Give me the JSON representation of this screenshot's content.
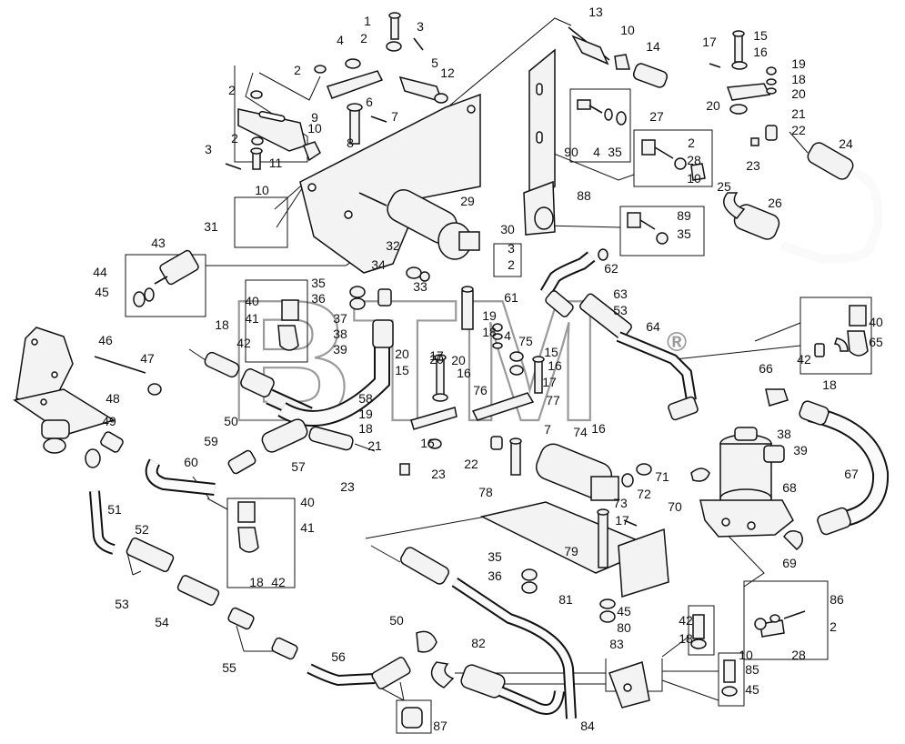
{
  "watermark": {
    "text": "BTM",
    "registered": "®"
  },
  "callouts": [
    "1",
    "2",
    "3",
    "4",
    "2",
    "5",
    "12",
    "6",
    "7",
    "8",
    "9",
    "10",
    "11",
    "3",
    "2",
    "2",
    "10",
    "31",
    "13",
    "10",
    "14",
    "90",
    "4",
    "35",
    "27",
    "2",
    "28",
    "10",
    "88",
    "89",
    "35",
    "29",
    "30",
    "17",
    "15",
    "16",
    "19",
    "18",
    "20",
    "20",
    "21",
    "22",
    "23",
    "24",
    "25",
    "26",
    "43",
    "44",
    "45",
    "32",
    "34",
    "33",
    "35",
    "36",
    "37",
    "38",
    "39",
    "40",
    "41",
    "42",
    "18",
    "3",
    "2",
    "62",
    "61",
    "63",
    "53",
    "64",
    "40",
    "65",
    "42",
    "18",
    "46",
    "47",
    "48",
    "49",
    "50",
    "58",
    "19",
    "18",
    "20",
    "15",
    "16",
    "17",
    "20",
    "19",
    "18",
    "4",
    "75",
    "15",
    "16",
    "17",
    "77",
    "76",
    "20",
    "21",
    "16",
    "22",
    "23",
    "7",
    "74",
    "59",
    "57",
    "60",
    "23",
    "78",
    "16",
    "71",
    "72",
    "73",
    "70",
    "66",
    "38",
    "39",
    "67",
    "68",
    "69",
    "40",
    "41",
    "18",
    "42",
    "51",
    "52",
    "53",
    "54",
    "55",
    "56",
    "50",
    "87",
    "17",
    "79",
    "35",
    "36",
    "81",
    "45",
    "80",
    "82",
    "42",
    "18",
    "83",
    "84",
    "85",
    "45",
    "86",
    "2",
    "10",
    "28"
  ]
}
